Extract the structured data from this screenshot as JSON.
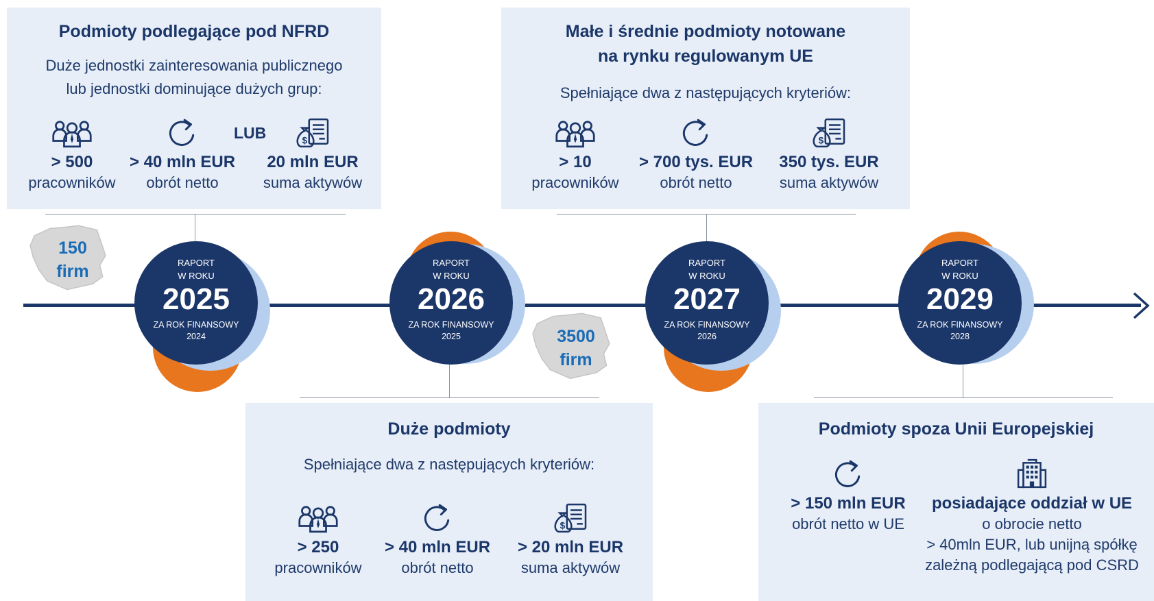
{
  "boxes": {
    "nfrd": {
      "title": "Podmioty podlegające pod NFRD",
      "subtitle": "Duże jednostki zainteresowania publicznego\nlub jednostki dominujące dużych grup:",
      "or_label": "LUB",
      "criteria": [
        {
          "icon": "employees-icon",
          "value": "> 500",
          "label": "pracowników"
        },
        {
          "icon": "refresh-icon",
          "value": "> 40 mln EUR",
          "label": "obrót netto"
        },
        {
          "icon": "money-document-icon",
          "value": "20 mln EUR",
          "label": "suma aktywów"
        }
      ]
    },
    "sme": {
      "title": "Małe i średnie podmioty notowane\nna rynku regulowanym UE",
      "subtitle": "Spełniające dwa z następujących kryteriów:",
      "criteria": [
        {
          "icon": "employees-icon",
          "value": "> 10",
          "label": "pracowników"
        },
        {
          "icon": "refresh-icon",
          "value": "> 700 tys. EUR",
          "label": "obrót netto"
        },
        {
          "icon": "money-document-icon",
          "value": "350 tys. EUR",
          "label": "suma aktywów"
        }
      ]
    },
    "large": {
      "title": "Duże podmioty",
      "subtitle": "Spełniające dwa z następujących kryteriów:",
      "criteria": [
        {
          "icon": "employees-icon",
          "value": "> 250",
          "label": "pracowników"
        },
        {
          "icon": "refresh-icon",
          "value": "> 40 mln EUR",
          "label": "obrót netto"
        },
        {
          "icon": "money-document-icon",
          "value": "> 20 mln EUR",
          "label": "suma aktywów"
        }
      ]
    },
    "non_eu": {
      "title": "Podmioty spoza Unii Europejskiej",
      "criteria": [
        {
          "icon": "refresh-icon",
          "value": "> 150 mln EUR",
          "label": "obrót netto w UE"
        },
        {
          "icon": "building-icon",
          "value": "posiadające oddział w UE",
          "label": "o obrocie netto\n> 40mln EUR, lub unijną spółkę\nzależną podlegającą pod CSRD"
        }
      ]
    }
  },
  "milestones": [
    {
      "line1": "RAPORT",
      "line2": "W ROKU",
      "year": "2025",
      "line3": "ZA ROK FINANSOWY",
      "fy": "2024"
    },
    {
      "line1": "RAPORT",
      "line2": "W ROKU",
      "year": "2026",
      "line3": "ZA ROK FINANSOWY",
      "fy": "2025"
    },
    {
      "line1": "RAPORT",
      "line2": "W ROKU",
      "year": "2027",
      "line3": "ZA ROK FINANSOWY",
      "fy": "2026"
    },
    {
      "line1": "RAPORT",
      "line2": "W ROKU",
      "year": "2029",
      "line3": "ZA ROK FINANSOWY",
      "fy": "2028"
    }
  ],
  "firm_counts": [
    {
      "number": "150",
      "unit": "firm"
    },
    {
      "number": "3500",
      "unit": "firm"
    }
  ],
  "colors": {
    "navy": "#1b3668",
    "orange": "#e8761e",
    "light_blue": "#b7cfee",
    "box_bg": "#e7eef8",
    "accent_blue": "#1a6bb6"
  }
}
